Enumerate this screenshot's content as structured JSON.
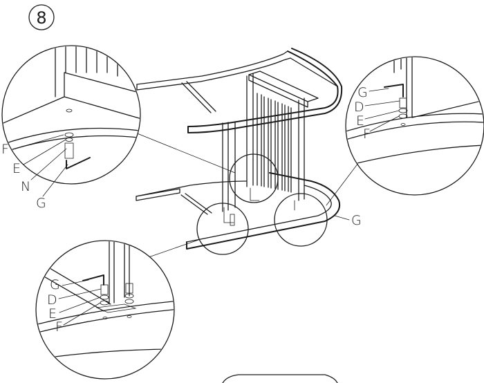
{
  "step": {
    "number": "8"
  },
  "labels": {
    "G": "G",
    "D": "D",
    "E": "E",
    "F": "F",
    "N": "N"
  }
}
